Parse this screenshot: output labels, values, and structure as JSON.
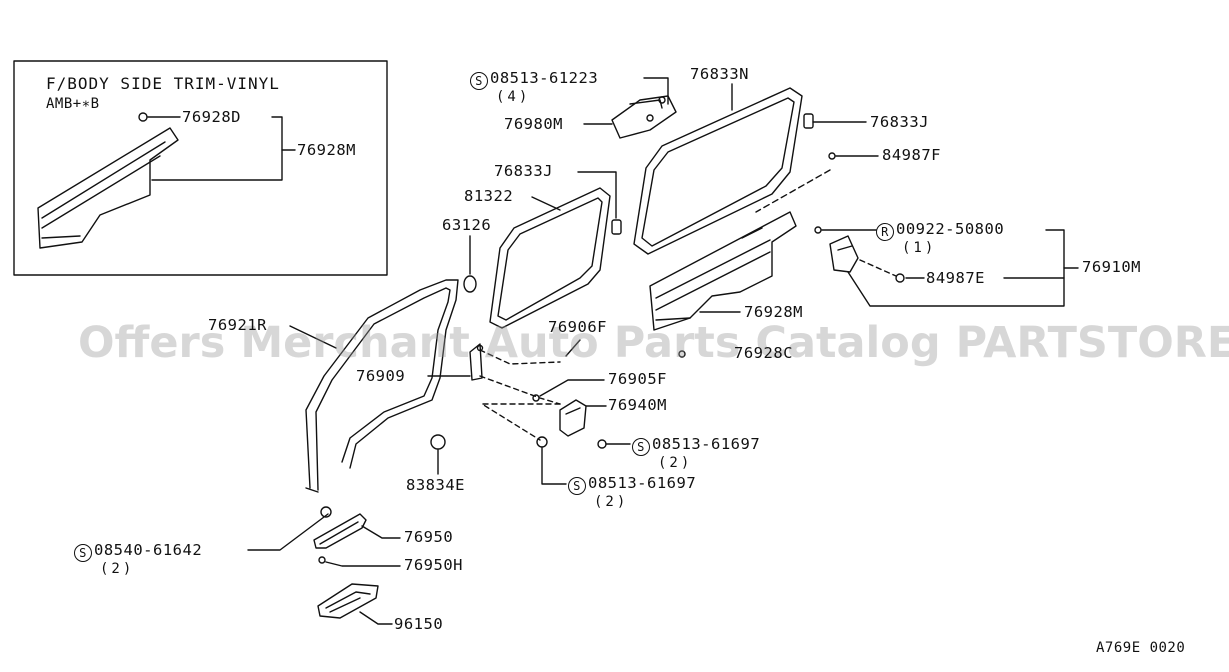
{
  "inset": {
    "title": "F/BODY SIDE TRIM-VINYL",
    "subtitle": "AMB+∗B",
    "labels": [
      "76928D",
      "76928M"
    ]
  },
  "parts": [
    {
      "id": "p08513_61223",
      "code": "08513-61223",
      "qty": "(4)",
      "circled": "S"
    },
    {
      "id": "p76833N",
      "code": "76833N"
    },
    {
      "id": "p76980M",
      "code": "76980M"
    },
    {
      "id": "p76833J_r",
      "code": "76833J"
    },
    {
      "id": "p84987F",
      "code": "84987F"
    },
    {
      "id": "p76833J_l",
      "code": "76833J"
    },
    {
      "id": "p81322",
      "code": "81322"
    },
    {
      "id": "p63126",
      "code": "63126"
    },
    {
      "id": "p00922_50800",
      "code": "00922-50800",
      "qty": "(1)",
      "circled": "R"
    },
    {
      "id": "p76910M",
      "code": "76910M"
    },
    {
      "id": "p84987E",
      "code": "84987E"
    },
    {
      "id": "p76928M",
      "code": "76928M"
    },
    {
      "id": "p76921R",
      "code": "76921R"
    },
    {
      "id": "p76906F",
      "code": "76906F"
    },
    {
      "id": "p76928C",
      "code": "76928C"
    },
    {
      "id": "p76909",
      "code": "76909"
    },
    {
      "id": "p76905F",
      "code": "76905F"
    },
    {
      "id": "p76940M",
      "code": "76940M"
    },
    {
      "id": "p08513_61697_a",
      "code": "08513-61697",
      "qty": "(2)",
      "circled": "S"
    },
    {
      "id": "p83834E",
      "code": "83834E"
    },
    {
      "id": "p08513_61697_b",
      "code": "08513-61697",
      "qty": "(2)",
      "circled": "S"
    },
    {
      "id": "p08540_61642",
      "code": "08540-61642",
      "qty": "(2)",
      "circled": "S"
    },
    {
      "id": "p76950",
      "code": "76950"
    },
    {
      "id": "p76950H",
      "code": "76950H"
    },
    {
      "id": "p96150",
      "code": "96150"
    }
  ],
  "watermark": "Offers Merchant Auto Parts Catalog PARTSTORE.SA",
  "footer_code": "A769E 0020"
}
